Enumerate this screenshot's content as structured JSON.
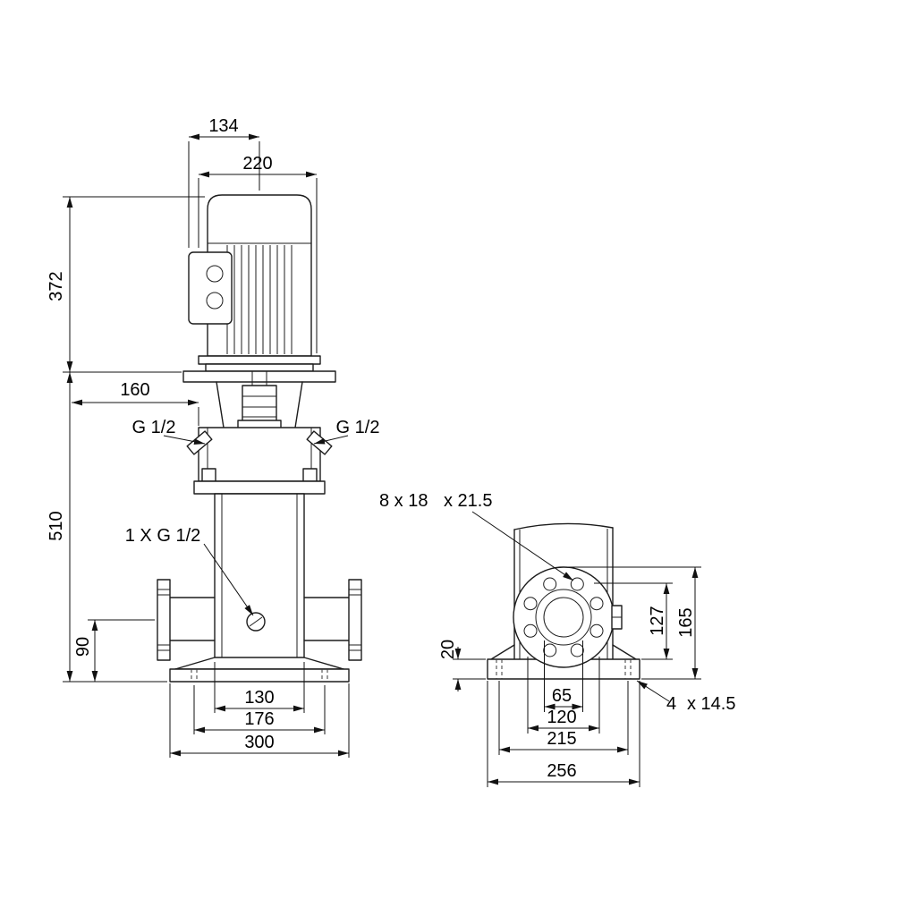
{
  "front_view": {
    "dim_134": "134",
    "dim_220": "220",
    "dim_372": "372",
    "dim_160": "160",
    "port_left_label": "G 1/2",
    "port_right_label": "G 1/2",
    "dim_510": "510",
    "drain_label": "1 X G 1/2",
    "dim_90": "90",
    "dim_130": "130",
    "dim_176": "176",
    "dim_300": "300"
  },
  "side_view": {
    "bolt_pattern_label": "8 x 18",
    "bolt_depth_label": "x 21.5",
    "dim_20": "20",
    "dim_127": "127",
    "dim_165": "165",
    "base_hole_count_label": "4",
    "base_hole_size_label": "x 14.5",
    "dim_65": "65",
    "dim_120": "120",
    "dim_215": "215",
    "dim_256": "256"
  }
}
